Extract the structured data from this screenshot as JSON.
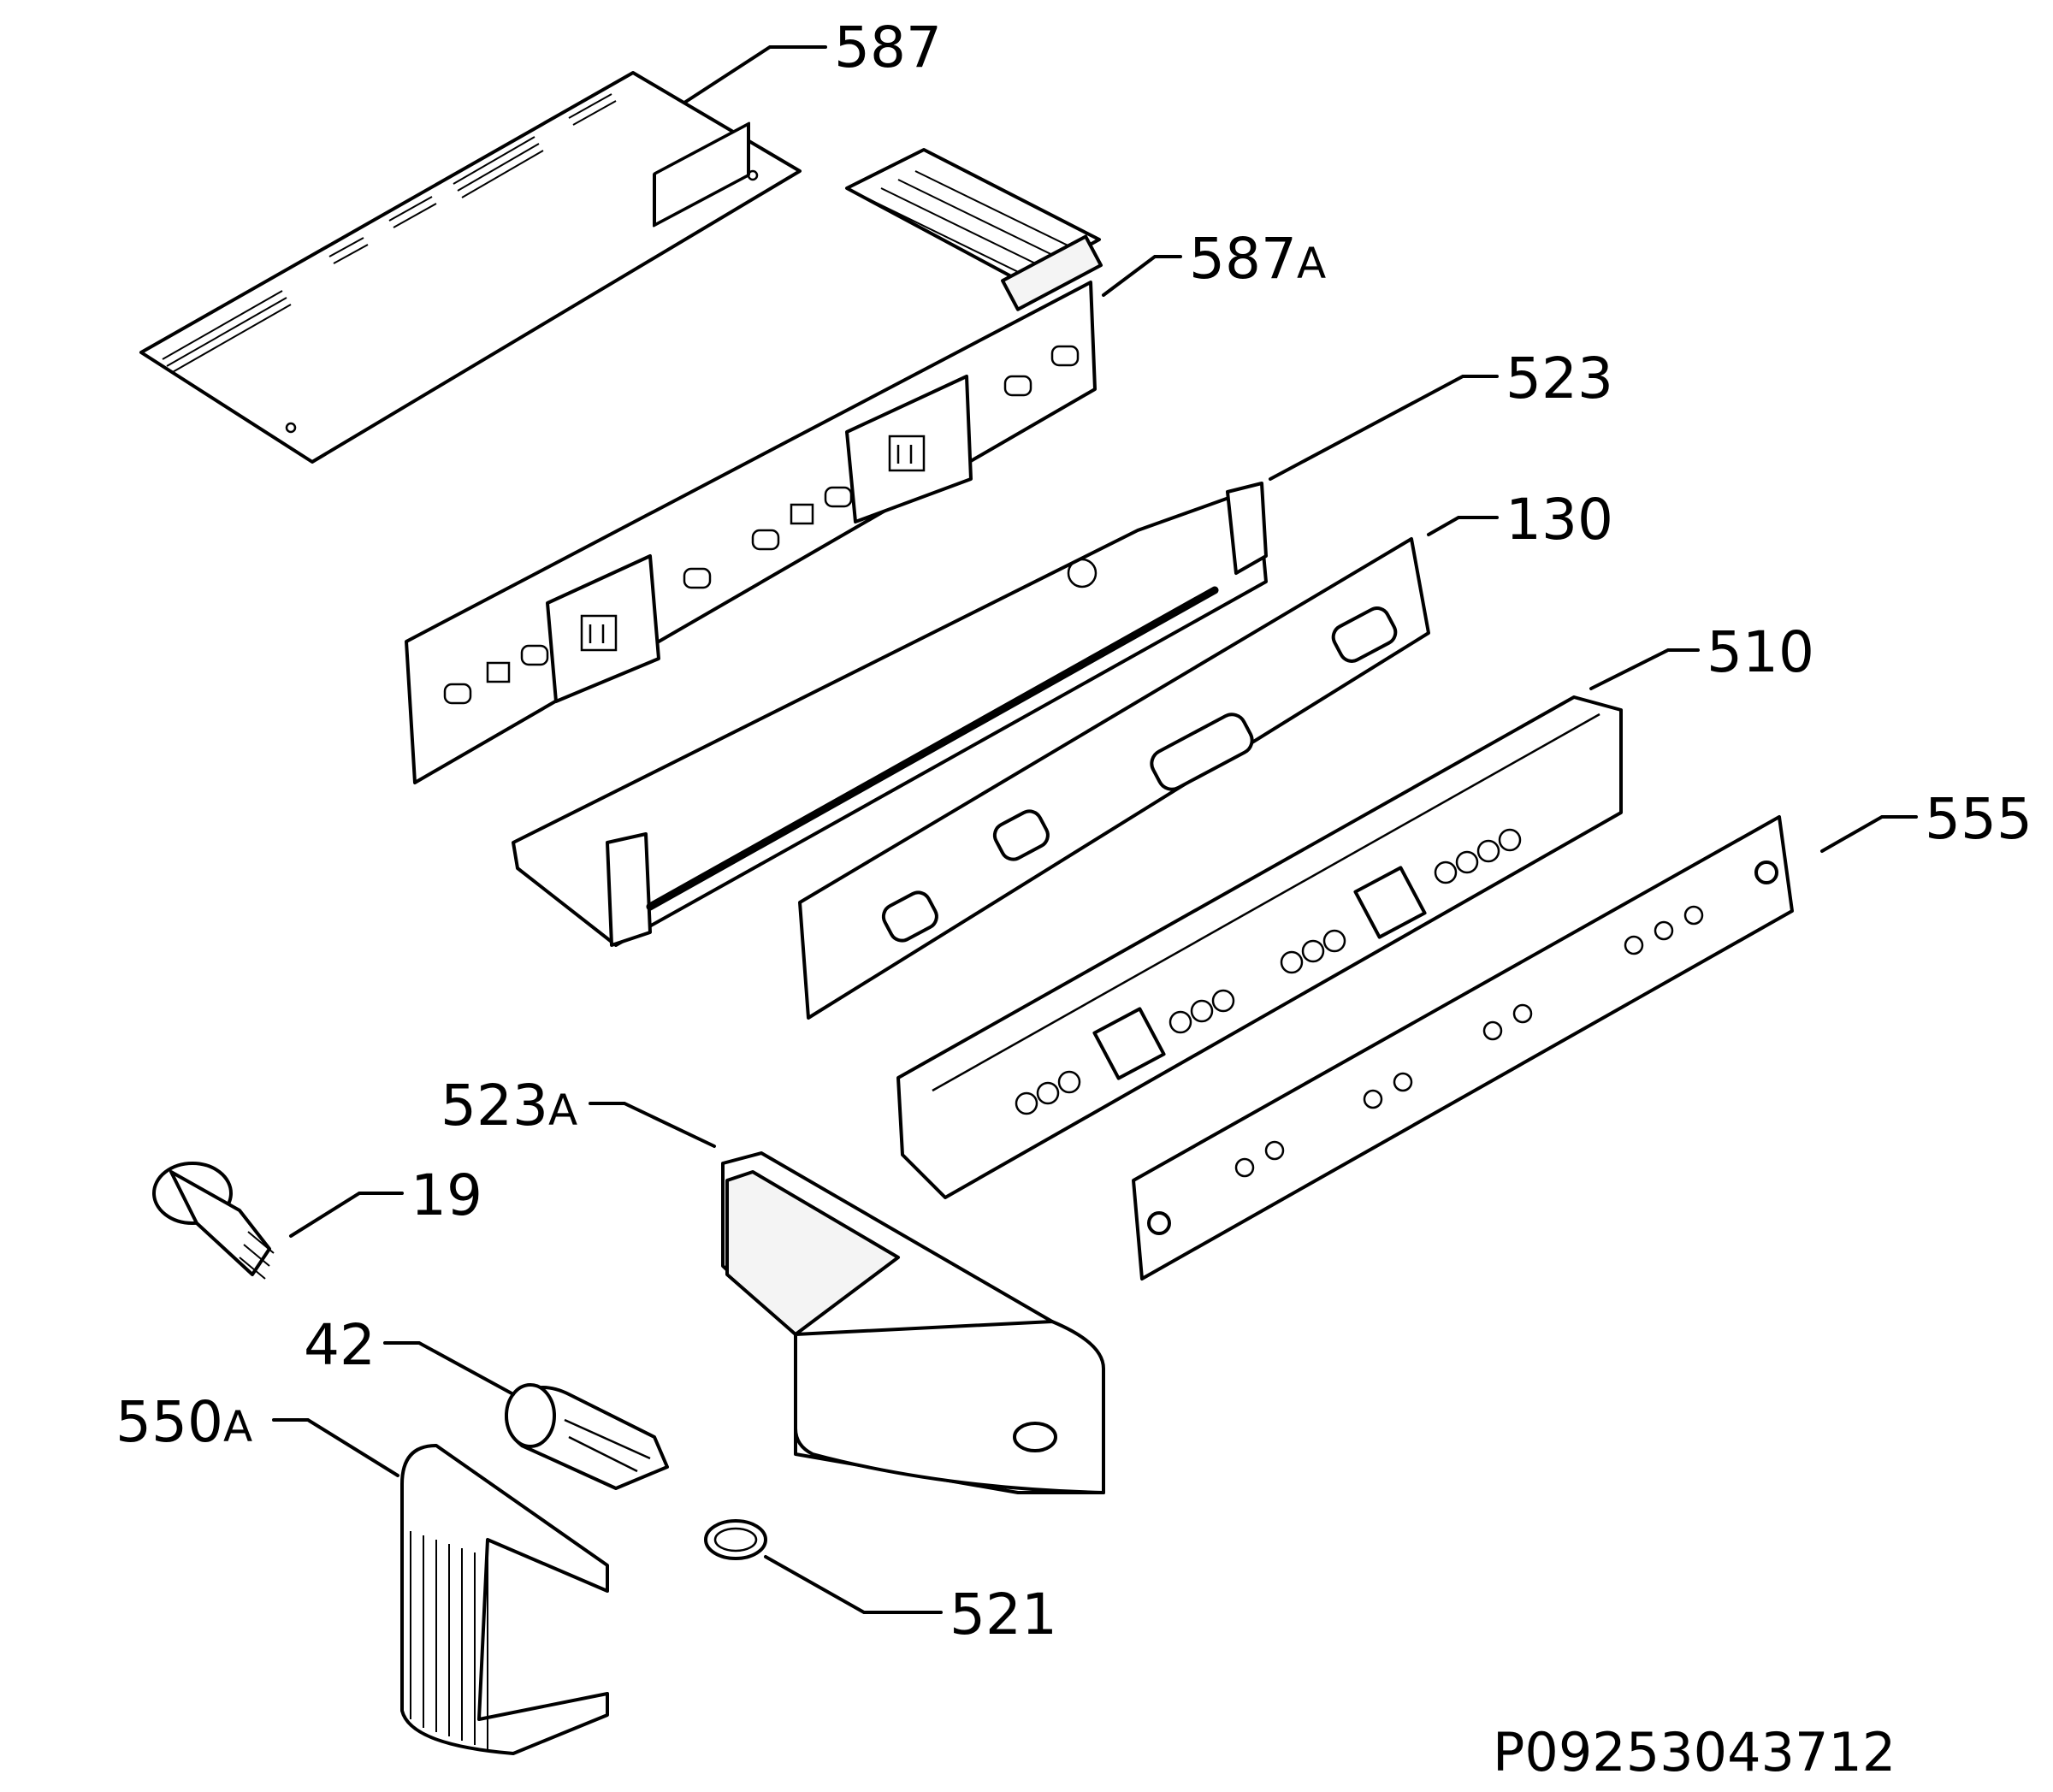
{
  "callouts": [
    {
      "id": "587",
      "number": "587",
      "suffix": ""
    },
    {
      "id": "587a",
      "number": "587",
      "suffix": "A"
    },
    {
      "id": "523",
      "number": "523",
      "suffix": ""
    },
    {
      "id": "130",
      "number": "130",
      "suffix": ""
    },
    {
      "id": "510",
      "number": "510",
      "suffix": ""
    },
    {
      "id": "555",
      "number": "555",
      "suffix": ""
    },
    {
      "id": "523a",
      "number": "523",
      "suffix": "A"
    },
    {
      "id": "19",
      "number": "19",
      "suffix": ""
    },
    {
      "id": "42",
      "number": "42",
      "suffix": ""
    },
    {
      "id": "550a",
      "number": "550",
      "suffix": "A"
    },
    {
      "id": "521",
      "number": "521",
      "suffix": ""
    }
  ],
  "reference_code": "P09253043712"
}
